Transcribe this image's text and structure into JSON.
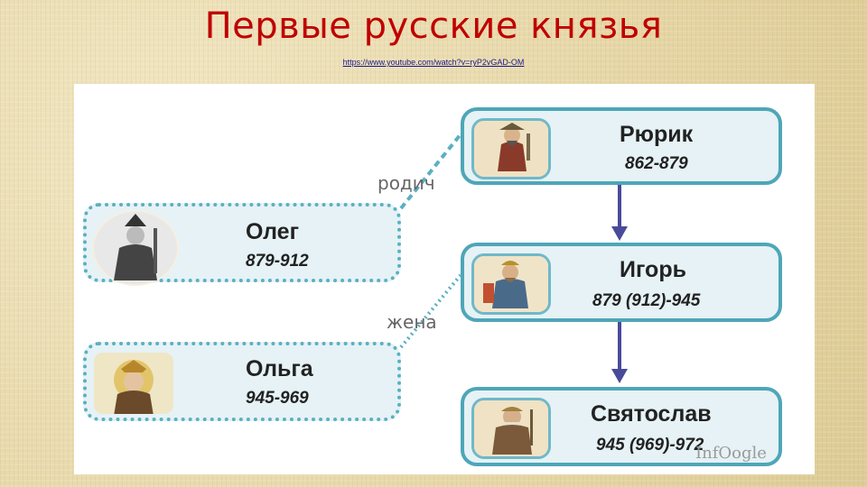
{
  "title": "Первые русские князья",
  "link": "https://www.youtube.com/watch?v=ryP2vGAD-OM",
  "princes": {
    "rurik": {
      "name": "Рюрик",
      "years": "862-879"
    },
    "oleg": {
      "name": "Олег",
      "years": "879-912"
    },
    "igor": {
      "name": "Игорь",
      "years": "879 (912)-945"
    },
    "olga": {
      "name": "Ольга",
      "years": "945-969"
    },
    "svyatoslav": {
      "name": "Святослав",
      "years": "945 (969)-972"
    }
  },
  "relations": {
    "relative": "родич",
    "wife": "жена"
  },
  "watermark": "InfOogle",
  "colors": {
    "title": "#c00000",
    "card_border": "#4ea6b8",
    "arrow": "#4a4a9a",
    "card_fill": "#e6f2f5"
  }
}
